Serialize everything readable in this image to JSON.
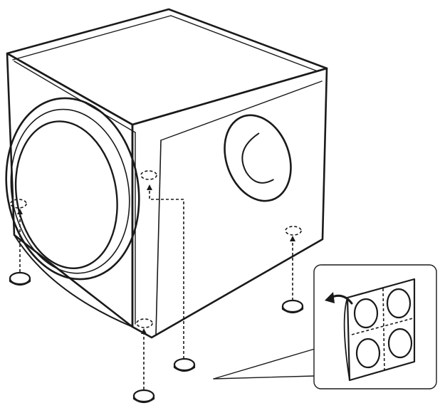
{
  "figure": {
    "subject": "subwoofer-with-foot-pads",
    "icons": [
      "subwoofer-cabinet",
      "woofer-driver",
      "bass-port",
      "foot-pad",
      "pad-sheet",
      "peel-arrow"
    ],
    "foot_pad_count": 4,
    "pad_sheet_pad_count": 4,
    "colors": {
      "line": "#1a1a1a",
      "background": "#ffffff",
      "panel": "#ffffff"
    }
  }
}
